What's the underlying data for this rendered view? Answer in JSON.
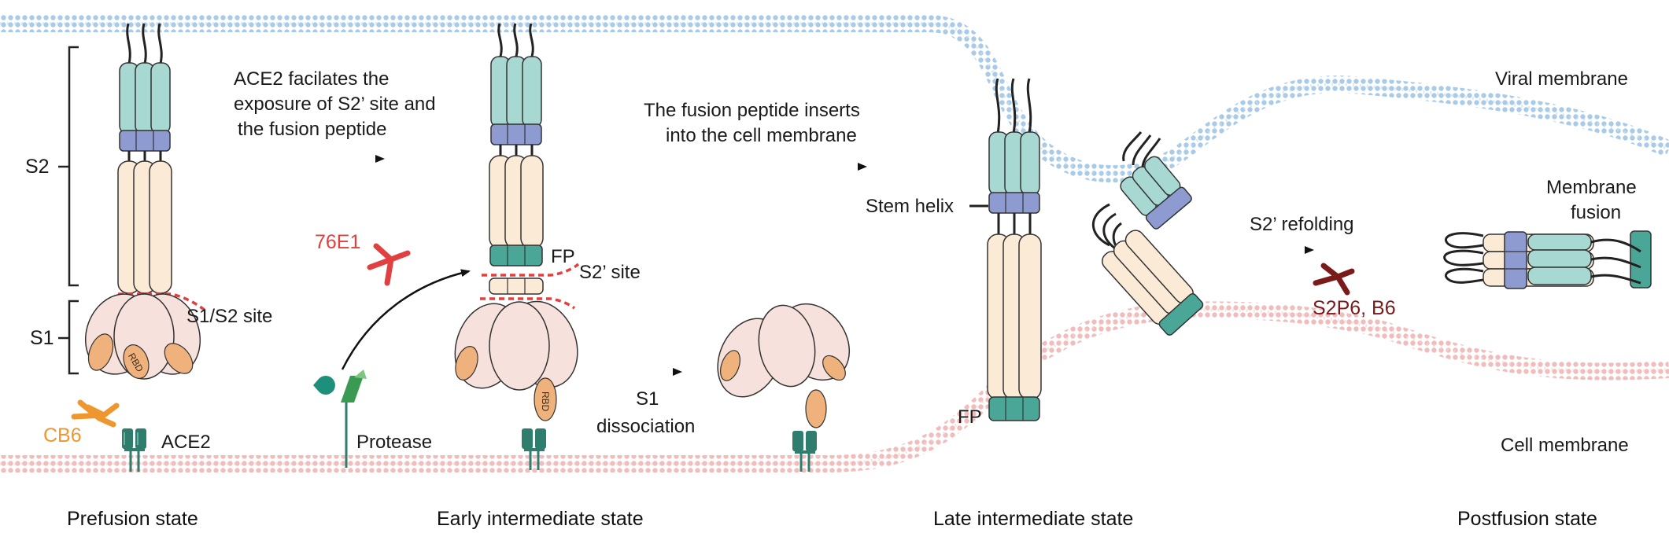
{
  "stages": {
    "prefusion": "Prefusion state",
    "early": "Early intermediate state",
    "late": "Late intermediate state",
    "postfusion": "Postfusion state"
  },
  "membranes": {
    "viral": "Viral membrane",
    "cell": "Cell membrane"
  },
  "labels": {
    "s2": "S2",
    "s1": "S1",
    "s1s2_site": "S1/S2 site",
    "rbd": "RBD",
    "ace2": "ACE2",
    "ace2_step_line1": "ACE2 facilates the",
    "ace2_step_line2": "exposure of S2’ site and",
    "ace2_step_line3": "the fusion peptide",
    "fp": "FP",
    "s2prime_site": "S2’ site",
    "protease": "Protease",
    "s1_dissociation_line1": "S1",
    "s1_dissociation_line2": "dissociation",
    "insert_line1": "The fusion peptide inserts",
    "insert_line2": "into the cell membrane",
    "stem_helix": "Stem helix",
    "fp_late": "FP",
    "s2prime_refolding": "S2’ refolding",
    "membrane_fusion_line1": "Membrane",
    "membrane_fusion_line2": "fusion"
  },
  "antibodies": {
    "cb6": "CB6",
    "e76": "76E1",
    "s2p6_b6": "S2P6, B6"
  },
  "colors": {
    "viral_membrane": "#a9cbe8",
    "cell_membrane": "#f1bcbc",
    "hr_teal": "#a7d9d2",
    "stem_blue": "#8e9bd0",
    "s2_cream": "#fbead6",
    "s1_pink": "#f6e1dc",
    "rbd_orange": "#efb27c",
    "fp_green": "#4aa797",
    "ace2_green": "#2f7d6d",
    "ab_red": "#e0403f",
    "ab_orange": "#f0962e",
    "ab_maroon": "#7a1a1a"
  }
}
